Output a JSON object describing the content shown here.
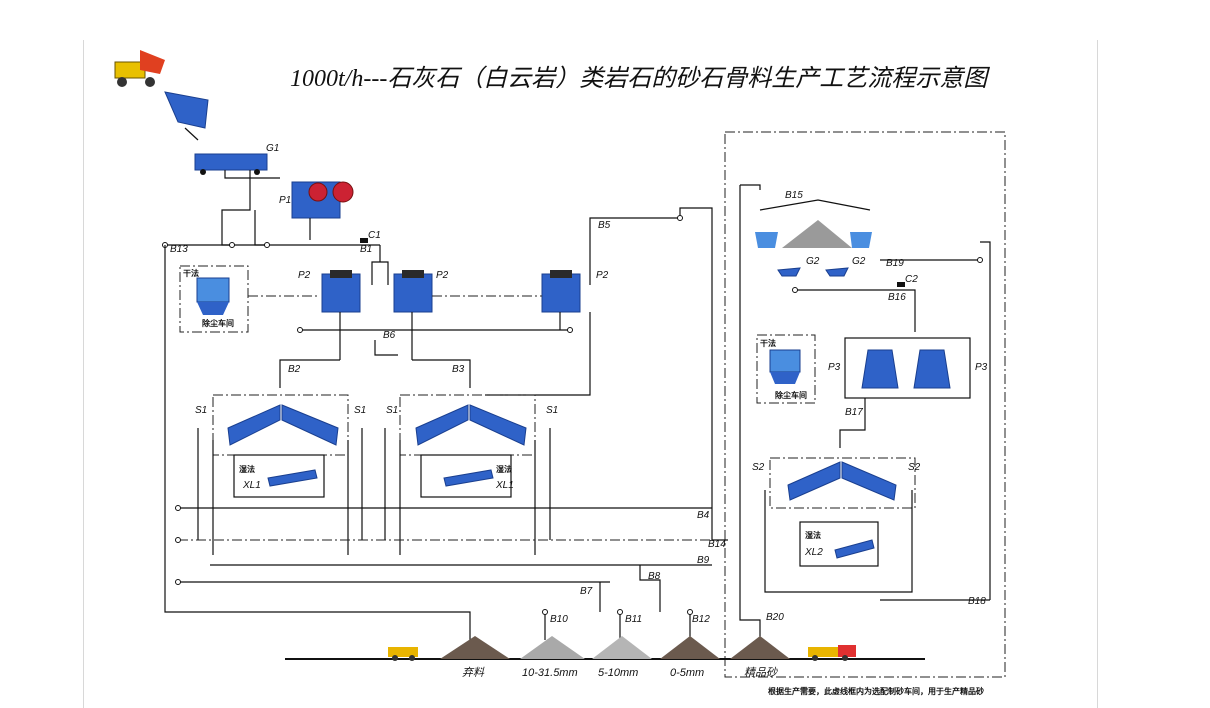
{
  "title": "1000t/h---石灰石（白云岩）类岩石的砂石骨料生产工艺流程示意图",
  "labels": {
    "G1": "G1",
    "P1": "P1",
    "C1": "C1",
    "C2": "C2",
    "P2a": "P2",
    "P2b": "P2",
    "P2c": "P2",
    "P3a": "P3",
    "P3b": "P3",
    "S1a": "S1",
    "S1b": "S1",
    "S1c": "S1",
    "S1d": "S1",
    "S2a": "S2",
    "S2b": "S2",
    "G2a": "G2",
    "G2b": "G2",
    "XL1a": "XL1",
    "XL1b": "XL1",
    "XL2": "XL2",
    "B1": "B1",
    "B2": "B2",
    "B3": "B3",
    "B4": "B4",
    "B5": "B5",
    "B6": "B6",
    "B7": "B7",
    "B8": "B8",
    "B9": "B9",
    "B10": "B10",
    "B11": "B11",
    "B12": "B12",
    "B13": "B13",
    "B14": "B14",
    "B15": "B15",
    "B16": "B16",
    "B17": "B17",
    "B18": "B18",
    "B19": "B19",
    "B20": "B20"
  },
  "boxes": {
    "dust1_top": "干法",
    "dust1_bottom": "除尘车间",
    "dust2_top": "干法",
    "dust2_bottom": "除尘车间",
    "wash_a": "湿法",
    "wash_b": "湿法",
    "wash_c": "湿法"
  },
  "products": [
    "弃料",
    "10-31.5mm",
    "5-10mm",
    "0-5mm",
    "精品砂"
  ],
  "footnote": "根据生产需要，此虚线框内为选配制砂车间，用于生产精品砂",
  "colors": {
    "equipment": "#2f62c8",
    "pile_dark": "#6b5a4e",
    "pile_grey": "#a9a9a9",
    "truck": "#e8b400"
  }
}
